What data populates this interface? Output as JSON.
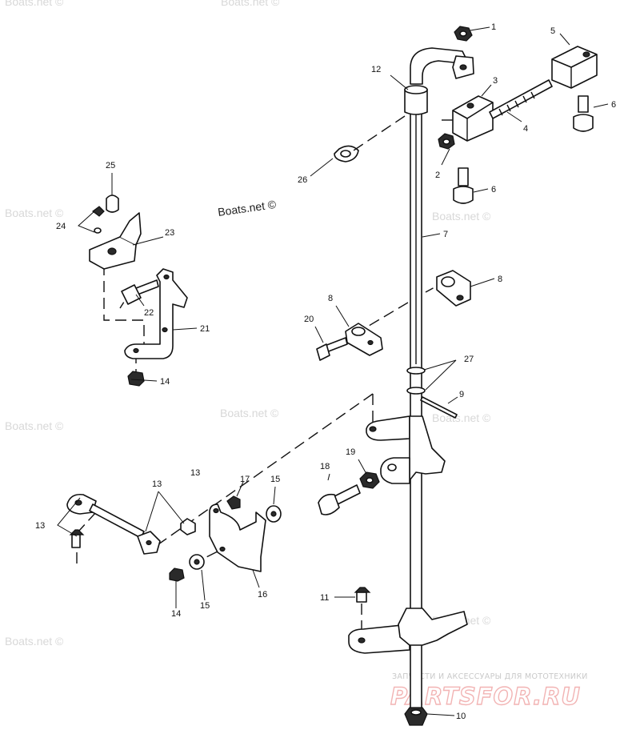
{
  "watermarks": [
    "Boats.net ©",
    "Boats.net ©",
    "Boats.net ©",
    "Boats.net ©",
    "Boats.net ©",
    "Boats.net ©",
    "Boats.net ©",
    "Boats.net ©",
    "Boats.net ©"
  ],
  "watermark_dark": "Boats.net ©",
  "brand": {
    "tagline": "ЗАПЧАСТИ И АКСЕССУАРЫ ДЛЯ МОТОТЕХНИКИ",
    "name": "PARTSFOR.RU",
    "color": "#e8a0a0"
  },
  "callouts": [
    "1",
    "2",
    "3",
    "4",
    "5",
    "6",
    "6",
    "7",
    "8",
    "8",
    "9",
    "10",
    "11",
    "12",
    "13",
    "13",
    "13",
    "14",
    "14",
    "15",
    "15",
    "16",
    "17",
    "18",
    "19",
    "20",
    "21",
    "22",
    "23",
    "24",
    "25",
    "26",
    "27"
  ]
}
